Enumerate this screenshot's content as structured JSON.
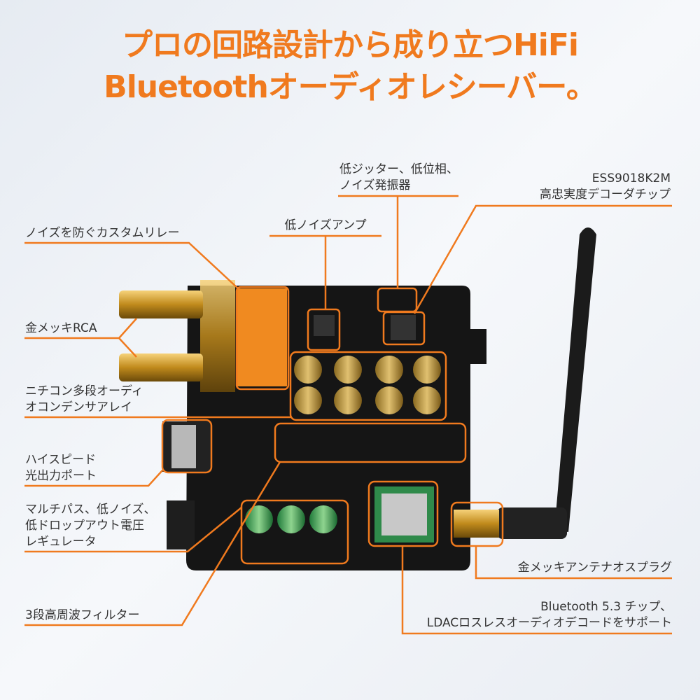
{
  "title": {
    "line1": "プロの回路設計から成り立つHiFi",
    "line2": "Bluetoothオーディオレシーバー。"
  },
  "accent_color": "#f07a1e",
  "callouts": {
    "relay": "ノイズを防ぐカスタムリレー",
    "rca": "金メッキRCA",
    "capacitor_line1": "ニチコン多段オーディ",
    "capacitor_line2": "オコンデンサアレイ",
    "optical_line1": "ハイスピード",
    "optical_line2": "光出力ポート",
    "regulator_line1": "マルチパス、低ノイズ、",
    "regulator_line2": "低ドロップアウト電圧",
    "regulator_line3": "レギュレータ",
    "filter": "3段高周波フィルター",
    "amp": "低ノイズアンプ",
    "oscillator_line1": "低ジッター、低位相、",
    "oscillator_line2": "ノイズ発振器",
    "dac_line1": "ESS9018K2M",
    "dac_line2": "高忠実度デコーダチップ",
    "antenna_plug": "金メッキアンテナオスプラグ",
    "bt_line1": "Bluetooth 5.3 チップ、",
    "bt_line2": "LDACロスレスオーディオデコードをサポート"
  }
}
